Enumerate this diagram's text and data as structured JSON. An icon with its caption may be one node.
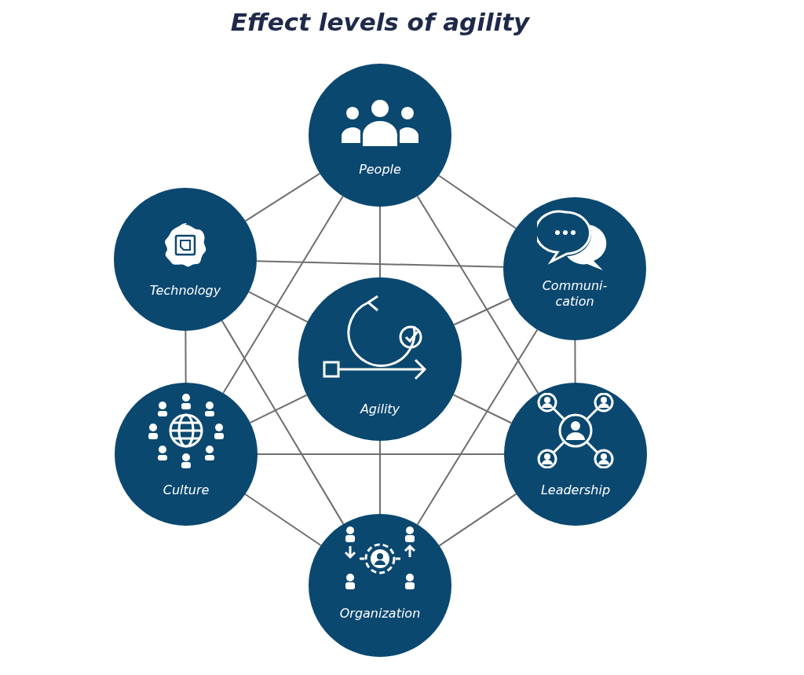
{
  "diagram": {
    "title": "Effect levels of agility",
    "nodes": [
      {
        "text": [
          "People"
        ]
      },
      {
        "text": [
          "Technology"
        ]
      },
      {
        "text": [
          "Communi- cation"
        ]
      },
      {
        "text": [
          "Agility"
        ]
      },
      {
        "text": [
          "Culture"
        ]
      },
      {
        "text": [
          "Leadership"
        ]
      },
      {
        "text": [
          "Organization"
        ]
      }
    ],
    "edges": [
      {
        "from": 0,
        "to": 1,
        "arrow": "none"
      },
      {
        "from": 0,
        "to": 2,
        "arrow": "none"
      },
      {
        "from": 0,
        "to": 3,
        "arrow": "none"
      },
      {
        "from": 0,
        "to": 4,
        "arrow": "none"
      },
      {
        "from": 0,
        "to": 5,
        "arrow": "none"
      },
      {
        "from": 1,
        "to": 2,
        "arrow": "none"
      },
      {
        "from": 1,
        "to": 3,
        "arrow": "none"
      },
      {
        "from": 1,
        "to": 4,
        "arrow": "none"
      },
      {
        "from": 1,
        "to": 6,
        "arrow": "none"
      },
      {
        "from": 2,
        "to": 3,
        "arrow": "none"
      },
      {
        "from": 2,
        "to": 5,
        "arrow": "none"
      },
      {
        "from": 2,
        "to": 6,
        "arrow": "none"
      },
      {
        "from": 5,
        "to": 3,
        "arrow": "none"
      },
      {
        "from": 5,
        "to": 6,
        "arrow": "none"
      },
      {
        "from": 5,
        "to": 4,
        "arrow": "none"
      },
      {
        "from": 4,
        "to": 3,
        "arrow": "none"
      },
      {
        "from": 4,
        "to": 6,
        "arrow": "none"
      },
      {
        "from": 6,
        "to": 3,
        "arrow": "none"
      }
    ]
  }
}
